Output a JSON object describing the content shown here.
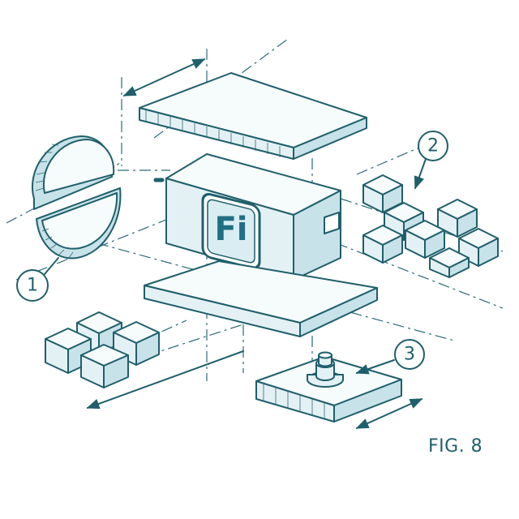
{
  "figure": {
    "label": "FIG. 8",
    "logo_text": "Fi",
    "callouts": [
      "1",
      "2",
      "3"
    ]
  },
  "colors": {
    "ink": "#1f5f6b",
    "face_light": "#f6fbfc",
    "face_mid": "#e4f1f4",
    "face_dark": "#c7e2e8",
    "logo_fill": "#1f6f85"
  }
}
